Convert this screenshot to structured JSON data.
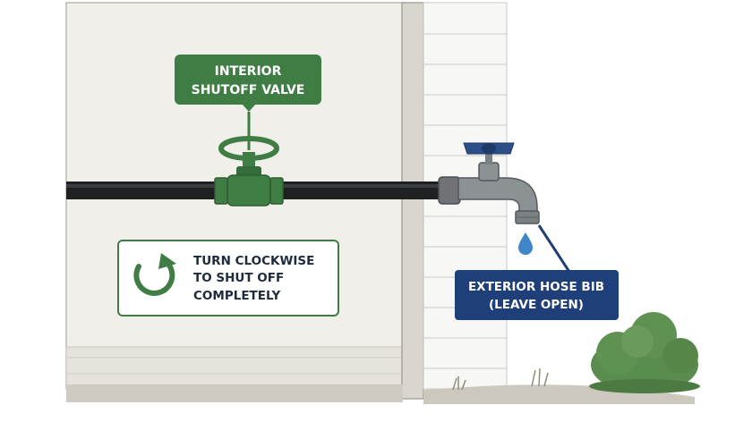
{
  "labels": {
    "valve_line1": "INTERIOR",
    "valve_line2": "SHUTOFF VALVE",
    "turn_line1": "TURN CLOCKWISE",
    "turn_line2": "TO SHUT OFF",
    "turn_line3": "COMPLETELY",
    "bib_line1": "EXTERIOR HOSE BIB",
    "bib_line2": "(LEAVE OPEN)"
  },
  "colors": {
    "valve_green": "#3f7d45",
    "bib_navy": "#1f3f7a",
    "pipe": "#1e2021",
    "wall": "#f1efe9",
    "siding": "#f7f7f5",
    "shrub": "#5b8c4f",
    "water": "#3e86c8"
  },
  "icons": {
    "rotation": "clockwise-arrow-icon",
    "valve": "gate-valve-icon",
    "faucet": "hose-bib-icon",
    "drop": "water-drop-icon",
    "bush": "shrub-icon"
  }
}
